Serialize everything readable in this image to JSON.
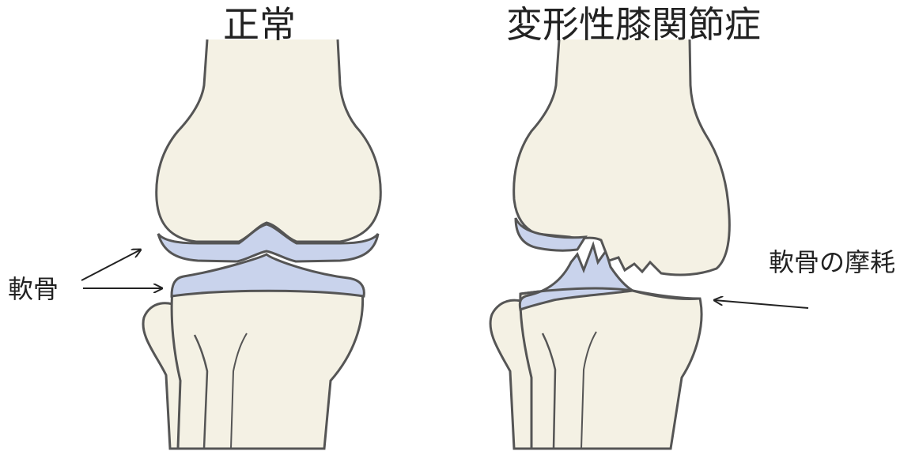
{
  "titles": {
    "normal": "正常",
    "oa": "変形性膝関節症"
  },
  "labels": {
    "cartilage": "軟骨",
    "cartilage_wear": "軟骨の摩耗"
  },
  "colors": {
    "bone": "#f4f1e4",
    "cartilage": "#c9d3ec",
    "outline": "#555555",
    "text": "#222222"
  }
}
